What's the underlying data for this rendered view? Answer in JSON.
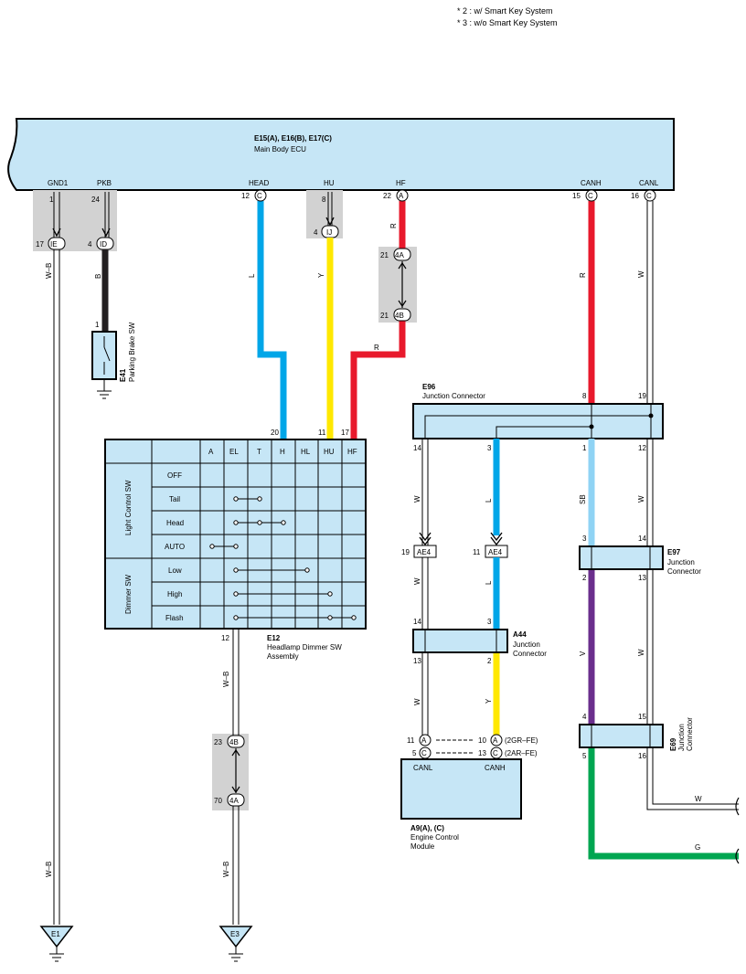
{
  "notes": [
    "* 2 : w/ Smart Key System",
    "* 3 : w/o Smart Key System"
  ],
  "ecu": {
    "title": "E15(A), E16(B), E17(C)",
    "name": "Main Body ECU",
    "pins": [
      "GND1",
      "PKB",
      "HEAD",
      "HU",
      "HF",
      "CANH",
      "CANL"
    ]
  },
  "pin_numbers": {
    "gnd1": "1",
    "gnd1_ie": "17",
    "pkb": "24",
    "pkb_id": "4",
    "pkb_sw": "1",
    "head": "12",
    "hu": "8",
    "hu_ij": "4",
    "hf": "22",
    "hf_4a": "21",
    "hf_4b": "21",
    "canh": "15",
    "canl": "16",
    "sw_h": "20",
    "sw_hu": "11",
    "sw_hf": "17",
    "sw_out": "12",
    "wb_4b": "23",
    "wb_4a": "70",
    "e96_14": "14",
    "e96_3": "3",
    "e96_1": "1",
    "e96_12": "12",
    "e96_8": "8",
    "e96_19": "19",
    "ae4_left": "19",
    "ae4_right": "11",
    "a44_14": "14",
    "a44_3": "3",
    "a44_13": "13",
    "a44_2": "2",
    "ecm_11": "11",
    "ecm_5": "5",
    "ecm_10": "10",
    "ecm_13": "13",
    "e97_3": "3",
    "e97_14": "14",
    "e97_2": "2",
    "e97_13": "13",
    "e69_4": "4",
    "e69_15": "15",
    "e69_5": "5",
    "e69_16": "16"
  },
  "connectors": {
    "ie": "IE",
    "id": "ID",
    "c": "C",
    "ij": "IJ",
    "a": "A",
    "c4a": "4A",
    "c4b": "4B",
    "ae4": "AE4"
  },
  "wire_colors": {
    "wb": "W–B",
    "b": "B",
    "l": "L",
    "y": "Y",
    "r": "R",
    "w": "W",
    "sb": "SB",
    "v": "V",
    "g": "G"
  },
  "colors": {
    "blue": "#00a6e8",
    "yellow": "#ffe800",
    "red": "#e8192c",
    "black": "#231f20",
    "lightblue": "#8fd3f4",
    "purple": "#6a2e8c",
    "green": "#00a651",
    "box": "#c6e6f6"
  },
  "parking_brake": {
    "code": "E41",
    "name": "Parking Brake SW"
  },
  "dimmer": {
    "code": "E12",
    "name_line1": "Headlamp Dimmer SW",
    "name_line2": "Assembly",
    "columns": [
      "A",
      "EL",
      "T",
      "H",
      "HL",
      "HU",
      "HF"
    ],
    "group1": "Light Control SW",
    "group2": "Dimmer SW",
    "rows": [
      "OFF",
      "Tail",
      "Head",
      "AUTO",
      "Low",
      "High",
      "Flash"
    ]
  },
  "e96": {
    "code": "E96",
    "name": "Junction Connector"
  },
  "a44": {
    "code": "A44",
    "name_line1": "Junction",
    "name_line2": "Connector"
  },
  "e97": {
    "code": "E97",
    "name_line1": "Junction",
    "name_line2": "Connector"
  },
  "e69": {
    "code": "E69",
    "name_line1": "Junction",
    "name_line2": "Connector"
  },
  "ecm": {
    "code": "A9(A), (C)",
    "name_line1": "Engine Control",
    "name_line2": "Module",
    "pin_canl": "CANL",
    "pin_canh": "CANH",
    "variant1": "(2GR–FE)",
    "variant2": "(2AR–FE)"
  },
  "grounds": {
    "e1": "E1",
    "e3": "E3"
  }
}
